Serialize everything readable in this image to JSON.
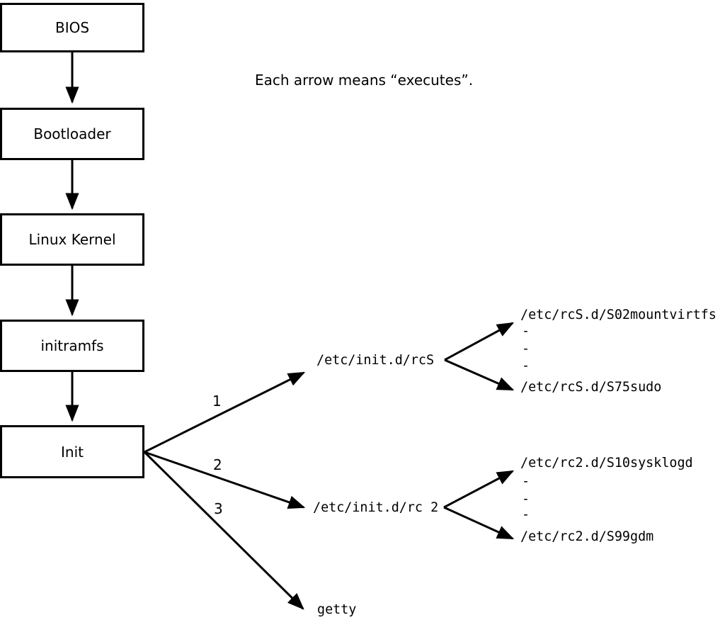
{
  "note": "Each arrow means “executes”.",
  "chain": {
    "boxes": [
      {
        "label": "BIOS"
      },
      {
        "label": "Bootloader"
      },
      {
        "label": "Linux Kernel"
      },
      {
        "label": "initramfs"
      },
      {
        "label": "Init"
      }
    ]
  },
  "branches": [
    {
      "number": "1",
      "target": "/etc/init.d/rcS"
    },
    {
      "number": "2",
      "target": "/etc/init.d/rc 2"
    },
    {
      "number": "3",
      "target": "getty"
    }
  ],
  "script_groups": [
    {
      "first": "/etc/rcS.d/S02mountvirtfs",
      "ellipsis": [
        "-",
        "-",
        "-"
      ],
      "last": "/etc/rcS.d/S75sudo"
    },
    {
      "first": "/etc/rc2.d/S10sysklogd",
      "ellipsis": [
        "-",
        "-",
        "-"
      ],
      "last": "/etc/rc2.d/S99gdm"
    }
  ],
  "colors": {
    "ink": "#000000",
    "background": "#ffffff",
    "box_fill": "#ffffff"
  }
}
